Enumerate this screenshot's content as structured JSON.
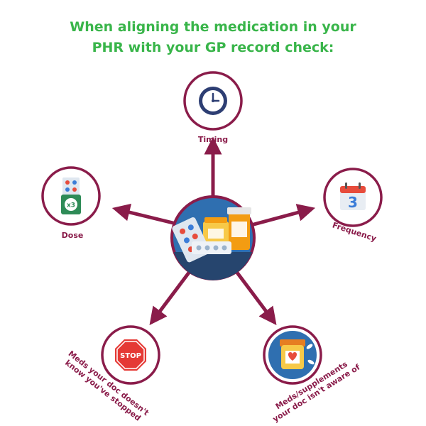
{
  "title": {
    "line1": "When aligning the medication in your",
    "line2": "PHR with your GP record check:"
  },
  "colors": {
    "title": "#39b54a",
    "accent": "#8a1c4a",
    "center_bg": "#2f6fb0"
  },
  "items": {
    "timing": {
      "label": "Timing",
      "icon": "clock-icon"
    },
    "dose": {
      "label": "Dose",
      "icon": "pill-bottle-icon",
      "badge": "x3"
    },
    "frequency": {
      "label": "Frequency",
      "icon": "calendar-icon",
      "day": "3"
    },
    "stopped": {
      "line1": "Meds your doc doesn't",
      "line2": "know you've stopped",
      "icon": "stop-sign-icon",
      "sign": "STOP"
    },
    "unaware": {
      "line1": "Meds/supplements",
      "line2": "your doc isn't aware of",
      "icon": "supplement-jar-icon"
    }
  },
  "center": {
    "icon": "medication-icon"
  }
}
